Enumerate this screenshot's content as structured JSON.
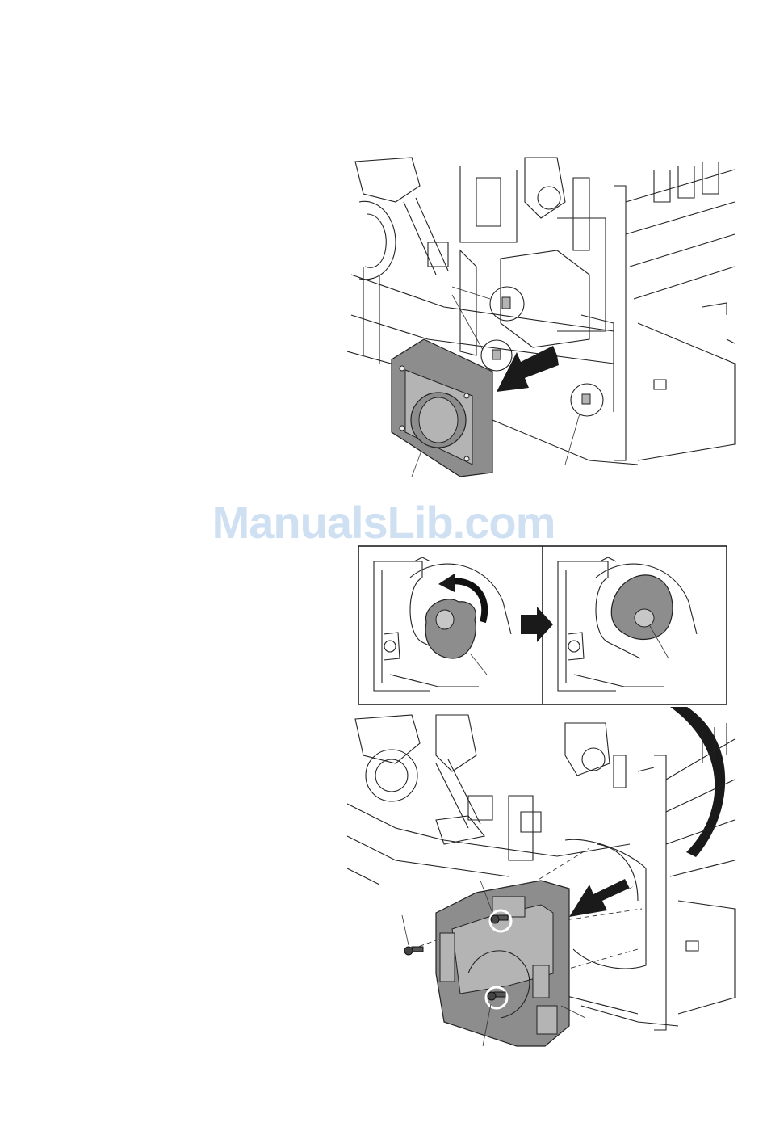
{
  "watermark": {
    "text": "ManualsLib.com",
    "color": "#cfe0f2"
  },
  "figures": [
    {
      "id": "fan-removal",
      "icon": "cooling-fan-removal-illustration"
    },
    {
      "id": "cam-rotation",
      "icon": "cam-rotation-detail-illustration"
    },
    {
      "id": "drive-unit-removal",
      "icon": "drive-unit-removal-illustration"
    }
  ],
  "colors": {
    "highlight_part": "#8d8d8d",
    "line": "#222222",
    "background": "#ffffff"
  }
}
